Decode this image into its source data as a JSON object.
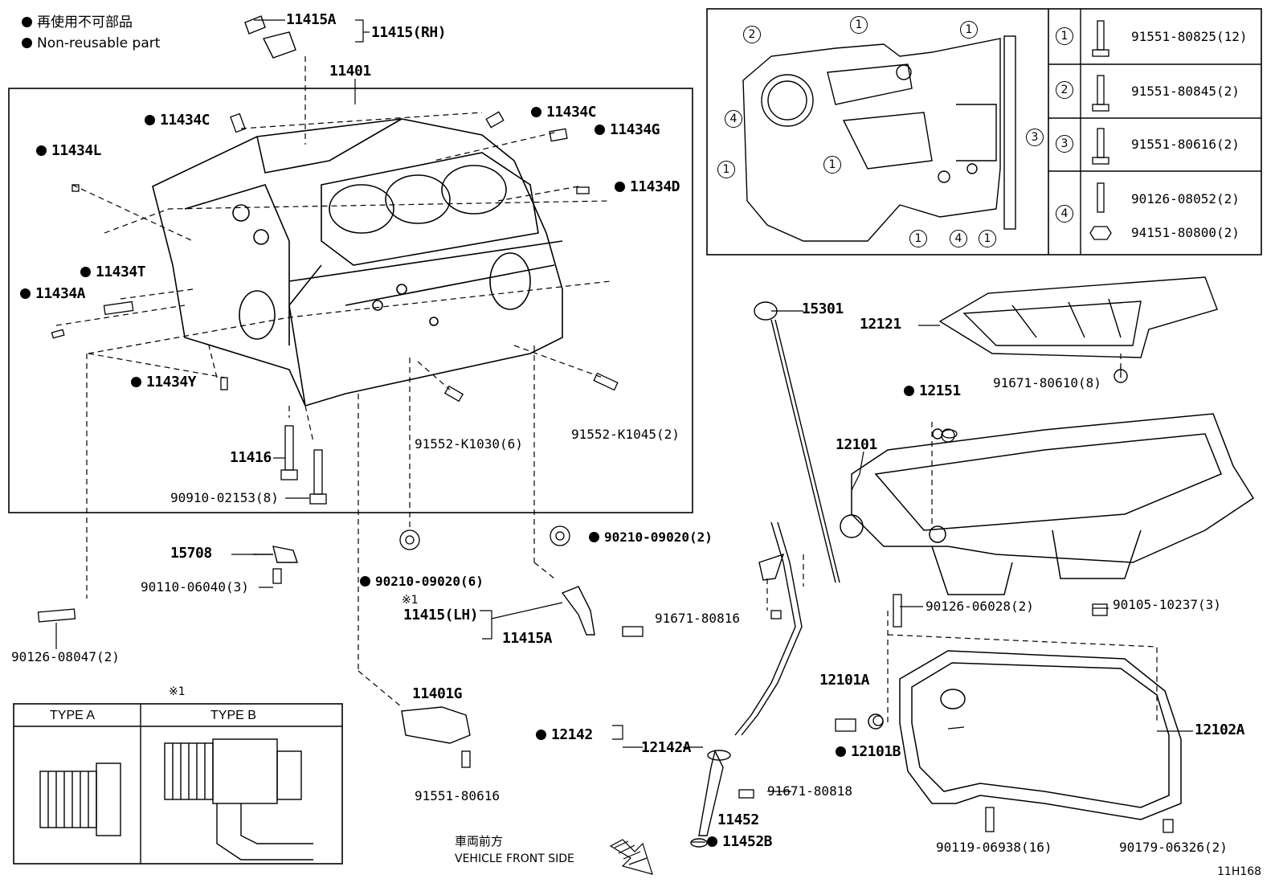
{
  "legend": {
    "jp": "再使用不可部品",
    "en": "Non-reusable part"
  },
  "labels": {
    "p11415A_top": "11415A",
    "p11415RH": "11415(RH)",
    "p11401": "11401",
    "p11434C_l": "11434C",
    "p11434C_r": "11434C",
    "p11434G": "11434G",
    "p11434L": "11434L",
    "p11434D": "11434D",
    "p11434T": "11434T",
    "p11434A": "11434A",
    "p11434Y": "11434Y",
    "p11416": "11416",
    "p90910": "90910-02153(8)",
    "p91552_1030": "91552-K1030(6)",
    "p91552_1045": "91552-K1045(2)",
    "p15708": "15708",
    "p90110": "90110-06040(3)",
    "p90126_08047": "90126-08047(2)",
    "p90210_6": "90210-09020(6)",
    "p90210_2": "90210-09020(2)",
    "note1": "※1",
    "p11415LH": "11415(LH)",
    "p11415A_bot": "11415A",
    "p11401G": "11401G",
    "p91551_80616": "91551-80616",
    "p15301": "15301",
    "p12121": "12121",
    "p91671_80610": "91671-80610(8)",
    "p12151": "12151",
    "p12101": "12101",
    "p90126_06028": "90126-06028(2)",
    "p90105": "90105-10237(3)",
    "p91671_80816": "91671-80816",
    "p12101A": "12101A",
    "p12101B": "12101B",
    "p12102A": "12102A",
    "p12142": "12142",
    "p12142A": "12142A",
    "p91671_80818": "91671-80818",
    "p11452": "11452",
    "p11452B": "11452B",
    "p90119": "90119-06938(16)",
    "p90179": "90179-06326(2)",
    "front_jp": "車両前方",
    "front_en": "VEHICLE FRONT SIDE",
    "fig_code": "11H168"
  },
  "type_table": {
    "note": "※1",
    "col_a": "TYPE A",
    "col_b": "TYPE B"
  },
  "bolt_table": [
    {
      "num": "1",
      "part": "91551-80825(12)"
    },
    {
      "num": "2",
      "part": "91551-80845(2)"
    },
    {
      "num": "3",
      "part": "91551-80616(2)"
    },
    {
      "num": "4",
      "part": "90126-08052(2)",
      "part2": "94151-80800(2)"
    }
  ],
  "inset_callouts": [
    "1",
    "2",
    "3",
    "4"
  ]
}
